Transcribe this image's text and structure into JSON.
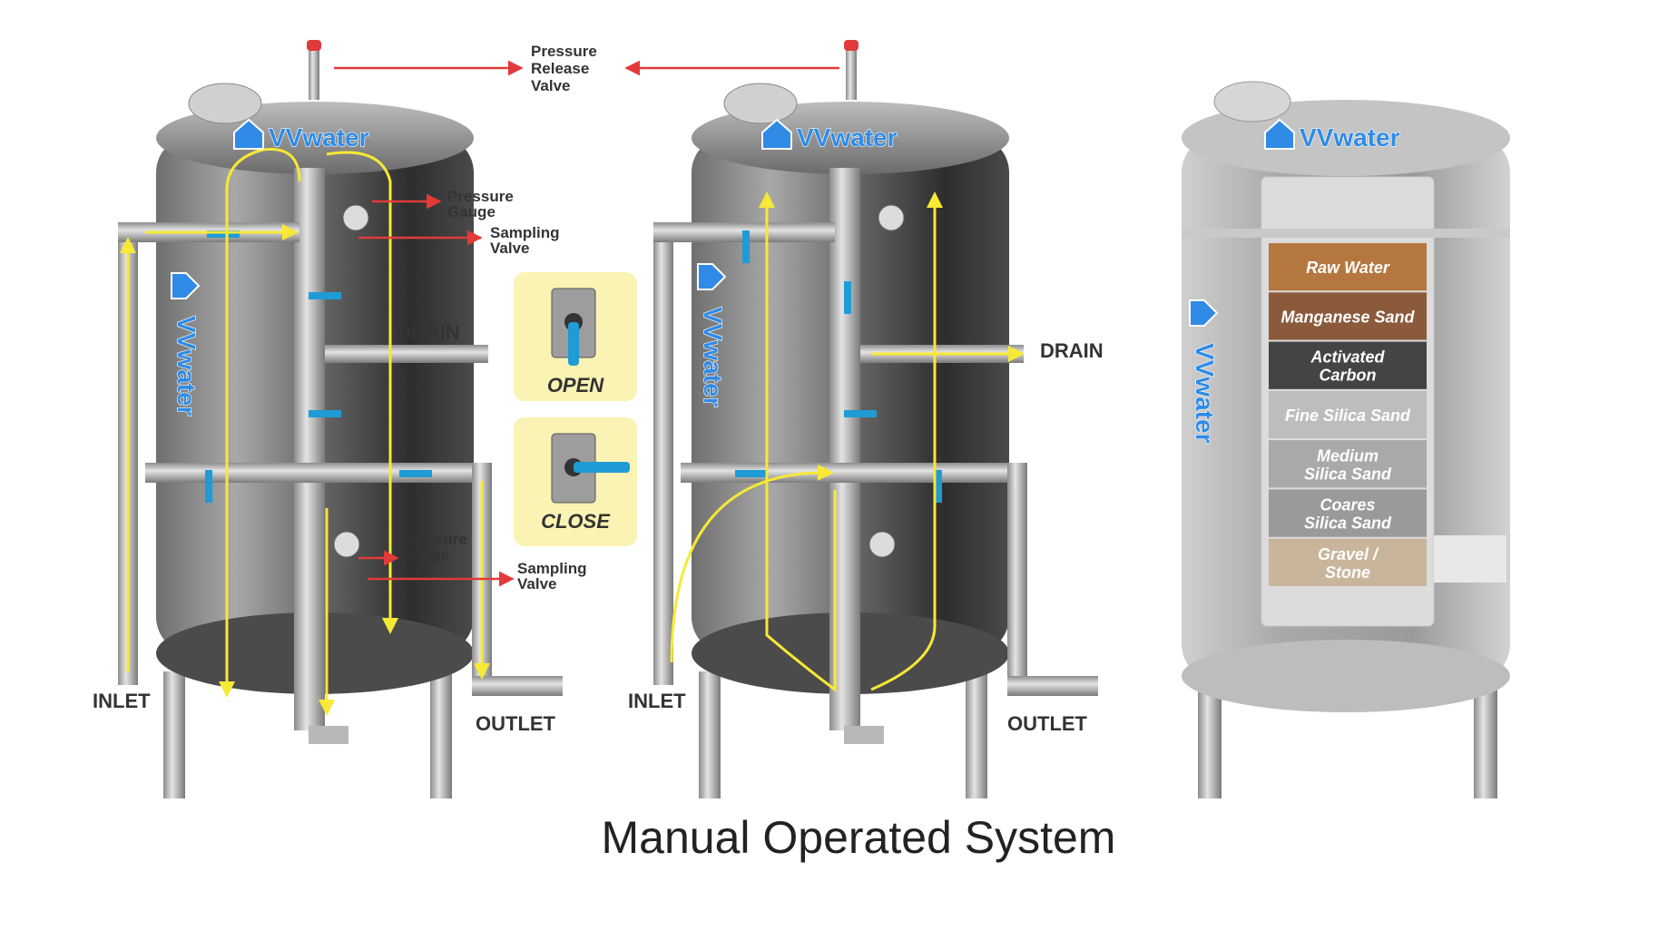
{
  "brand": {
    "name": "VVwater",
    "color": "#2f8be6"
  },
  "caption": "Manual Operated System",
  "callouts": {
    "pressure_release_valve": [
      "Pressure",
      "Release",
      "Valve"
    ],
    "pressure_gauge": [
      "Pressure",
      "Gauge"
    ],
    "sampling_valve": [
      "Sampling",
      "Valve"
    ]
  },
  "ports": {
    "inlet": "INLET",
    "outlet": "OUTLET",
    "drain": "DRAIN"
  },
  "legend": {
    "open": "OPEN",
    "close": "CLOSE",
    "valve_color": "#1f9bd6",
    "panel_color": "#fbf3b3"
  },
  "layers": [
    {
      "label": [
        "Raw Water"
      ],
      "color": "#b4773f"
    },
    {
      "label": [
        "Manganese Sand"
      ],
      "color": "#8a5a3b"
    },
    {
      "label": [
        "Activated",
        "Carbon"
      ],
      "color": "#444444"
    },
    {
      "label": [
        "Fine Silica Sand"
      ],
      "color": "#bdbdbd"
    },
    {
      "label": [
        "Medium",
        "Silica Sand"
      ],
      "color": "#a9a9a9"
    },
    {
      "label": [
        "Coares",
        "Silica Sand"
      ],
      "color": "#9a9a9a"
    },
    {
      "label": [
        "Gravel /",
        "Stone"
      ],
      "color": "#c9b59b"
    }
  ],
  "colors": {
    "flow": "#f7e935",
    "callout_arrow": "#e23a3a",
    "tank_dark": "#3a3a3a",
    "tank_light": "#9a9a9a"
  }
}
